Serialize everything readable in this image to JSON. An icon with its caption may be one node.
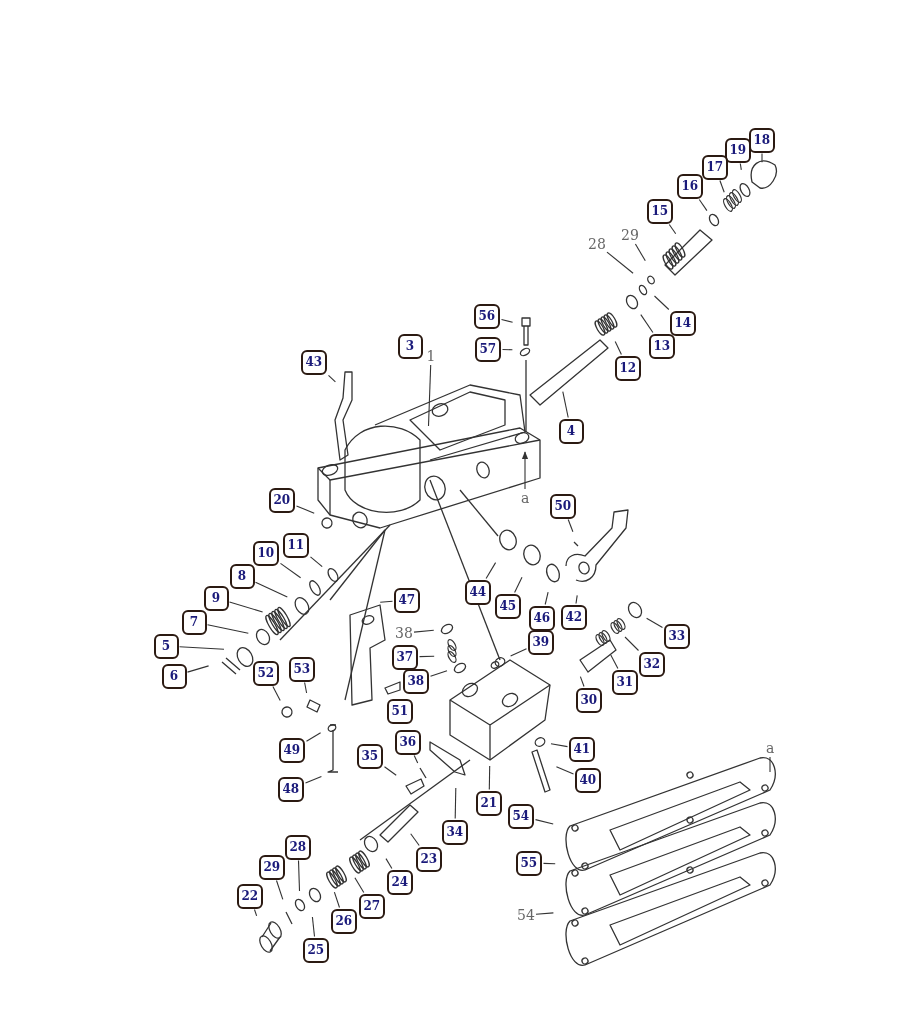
{
  "diagram": {
    "nodes": [
      {
        "text": [
          "18"
        ]
      },
      {
        "text": [
          "19"
        ]
      },
      {
        "text": [
          "17"
        ]
      },
      {
        "text": [
          "16"
        ]
      },
      {
        "text": [
          "15"
        ]
      },
      {
        "text": [
          "29"
        ]
      },
      {
        "text": [
          "28"
        ]
      },
      {
        "text": [
          "56"
        ]
      },
      {
        "text": [
          "14"
        ]
      },
      {
        "text": [
          "3"
        ]
      },
      {
        "text": [
          "57"
        ]
      },
      {
        "text": [
          "13"
        ]
      },
      {
        "text": [
          "1"
        ]
      },
      {
        "text": [
          "43"
        ]
      },
      {
        "text": [
          "12"
        ]
      },
      {
        "text": [
          "4"
        ]
      },
      {
        "text": [
          "a"
        ]
      },
      {
        "text": [
          "20"
        ]
      },
      {
        "text": [
          "50"
        ]
      },
      {
        "text": [
          "11"
        ]
      },
      {
        "text": [
          "10"
        ]
      },
      {
        "text": [
          "44"
        ]
      },
      {
        "text": [
          "8"
        ]
      },
      {
        "text": [
          "45"
        ]
      },
      {
        "text": [
          "46"
        ]
      },
      {
        "text": [
          "9"
        ]
      },
      {
        "text": [
          "47"
        ]
      },
      {
        "text": [
          "7"
        ]
      },
      {
        "text": [
          "42"
        ]
      },
      {
        "text": [
          "5"
        ]
      },
      {
        "text": [
          "38"
        ]
      },
      {
        "text": [
          "33"
        ]
      },
      {
        "text": [
          "39"
        ]
      },
      {
        "text": [
          "37"
        ]
      },
      {
        "text": [
          "32"
        ]
      },
      {
        "text": [
          "6"
        ]
      },
      {
        "text": [
          "53"
        ]
      },
      {
        "text": [
          "52"
        ]
      },
      {
        "text": [
          "38"
        ]
      },
      {
        "text": [
          "31"
        ]
      },
      {
        "text": [
          "30"
        ]
      },
      {
        "text": [
          "51"
        ]
      },
      {
        "text": [
          "36"
        ]
      },
      {
        "text": [
          "49"
        ]
      },
      {
        "text": [
          "41"
        ]
      },
      {
        "text": [
          "a"
        ]
      },
      {
        "text": [
          "35"
        ]
      },
      {
        "text": [
          "40"
        ]
      },
      {
        "text": [
          "48"
        ]
      },
      {
        "text": [
          "21"
        ]
      },
      {
        "text": [
          "54"
        ]
      },
      {
        "text": [
          "34"
        ]
      },
      {
        "text": [
          "28"
        ]
      },
      {
        "text": [
          "23"
        ]
      },
      {
        "text": [
          "55"
        ]
      },
      {
        "text": [
          "29"
        ]
      },
      {
        "text": [
          "24"
        ]
      },
      {
        "text": [
          "22"
        ]
      },
      {
        "text": [
          "27"
        ]
      },
      {
        "text": [
          "54"
        ]
      },
      {
        "text": [
          "26"
        ]
      },
      {
        "text": [
          "25"
        ]
      }
    ],
    "edges": [
      {
        "from": 0,
        "to": null,
        "arrow": "none"
      },
      {
        "from": 1,
        "to": null,
        "arrow": "none"
      },
      {
        "from": 2,
        "to": null,
        "arrow": "none"
      },
      {
        "from": 3,
        "to": null,
        "arrow": "none"
      },
      {
        "from": 4,
        "to": null,
        "arrow": "none"
      },
      {
        "from": 5,
        "to": null,
        "arrow": "none"
      },
      {
        "from": 6,
        "to": null,
        "arrow": "none"
      },
      {
        "from": 7,
        "to": null,
        "arrow": "none"
      },
      {
        "from": 8,
        "to": null,
        "arrow": "none"
      },
      {
        "from": 10,
        "to": null,
        "arrow": "none"
      },
      {
        "from": 11,
        "to": null,
        "arrow": "none"
      },
      {
        "from": 12,
        "to": null,
        "arrow": "none"
      },
      {
        "from": 13,
        "to": null,
        "arrow": "none"
      },
      {
        "from": 14,
        "to": null,
        "arrow": "none"
      },
      {
        "from": 15,
        "to": null,
        "arrow": "none"
      },
      {
        "from": 16,
        "to": null,
        "arrow": "to"
      },
      {
        "from": 17,
        "to": null,
        "arrow": "none"
      },
      {
        "from": 18,
        "to": null,
        "arrow": "none"
      },
      {
        "from": 19,
        "to": null,
        "arrow": "none"
      },
      {
        "from": 20,
        "to": null,
        "arrow": "none"
      },
      {
        "from": 21,
        "to": null,
        "arrow": "none"
      },
      {
        "from": 22,
        "to": null,
        "arrow": "none"
      },
      {
        "from": 23,
        "to": null,
        "arrow": "none"
      },
      {
        "from": 24,
        "to": null,
        "arrow": "none"
      },
      {
        "from": 25,
        "to": null,
        "arrow": "none"
      },
      {
        "from": 26,
        "to": null,
        "arrow": "none"
      },
      {
        "from": 27,
        "to": null,
        "arrow": "none"
      },
      {
        "from": 28,
        "to": null,
        "arrow": "none"
      },
      {
        "from": 29,
        "to": null,
        "arrow": "none"
      },
      {
        "from": 30,
        "to": null,
        "arrow": "none"
      },
      {
        "from": 31,
        "to": null,
        "arrow": "none"
      },
      {
        "from": 32,
        "to": null,
        "arrow": "none"
      },
      {
        "from": 33,
        "to": null,
        "arrow": "none"
      },
      {
        "from": 34,
        "to": null,
        "arrow": "none"
      },
      {
        "from": 35,
        "to": null,
        "arrow": "none"
      },
      {
        "from": 36,
        "to": null,
        "arrow": "none"
      },
      {
        "from": 37,
        "to": null,
        "arrow": "none"
      },
      {
        "from": 38,
        "to": null,
        "arrow": "none"
      },
      {
        "from": 39,
        "to": null,
        "arrow": "none"
      },
      {
        "from": 40,
        "to": null,
        "arrow": "none"
      },
      {
        "from": 42,
        "to": null,
        "arrow": "none"
      },
      {
        "from": 43,
        "to": null,
        "arrow": "none"
      },
      {
        "from": 44,
        "to": null,
        "arrow": "none"
      },
      {
        "from": 45,
        "to": null,
        "arrow": "none"
      },
      {
        "from": 46,
        "to": null,
        "arrow": "none"
      },
      {
        "from": 47,
        "to": null,
        "arrow": "none"
      },
      {
        "from": 48,
        "to": null,
        "arrow": "none"
      },
      {
        "from": 49,
        "to": null,
        "arrow": "none"
      },
      {
        "from": 50,
        "to": null,
        "arrow": "none"
      },
      {
        "from": 51,
        "to": null,
        "arrow": "none"
      },
      {
        "from": 52,
        "to": null,
        "arrow": "none"
      },
      {
        "from": 53,
        "to": null,
        "arrow": "none"
      },
      {
        "from": 54,
        "to": null,
        "arrow": "none"
      },
      {
        "from": 55,
        "to": null,
        "arrow": "none"
      },
      {
        "from": 56,
        "to": null,
        "arrow": "none"
      },
      {
        "from": 57,
        "to": null,
        "arrow": "none"
      },
      {
        "from": 58,
        "to": null,
        "arrow": "none"
      },
      {
        "from": 59,
        "to": null,
        "arrow": "none"
      },
      {
        "from": 60,
        "to": null,
        "arrow": "none"
      },
      {
        "from": 61,
        "to": null,
        "arrow": "none"
      }
    ]
  }
}
